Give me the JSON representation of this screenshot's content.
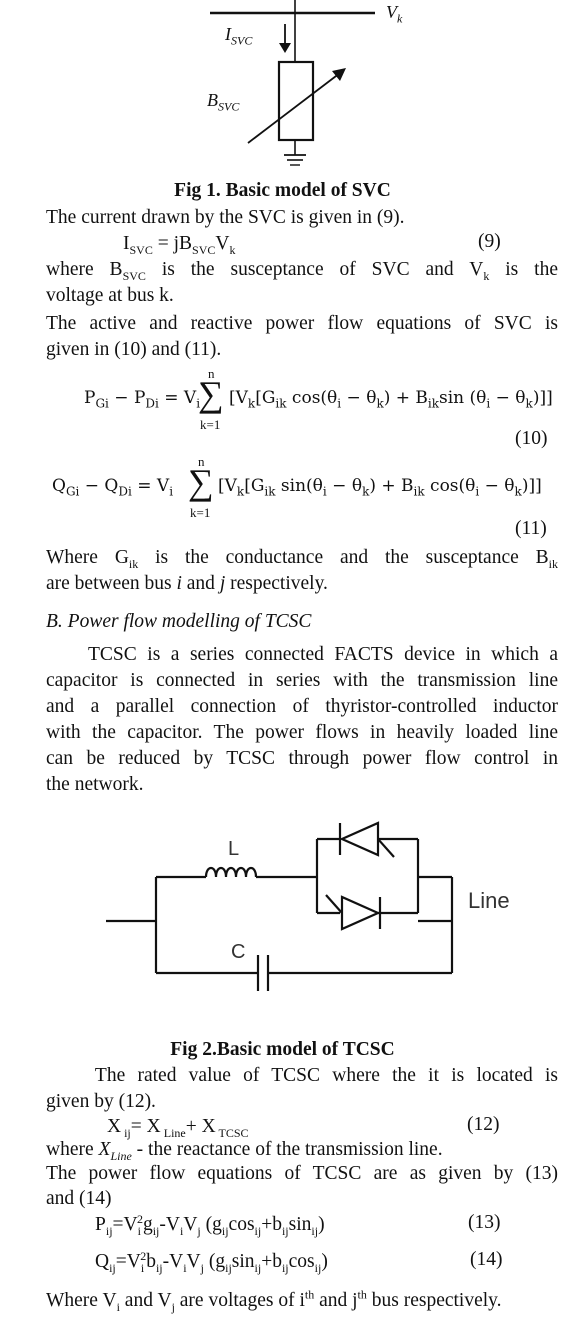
{
  "fig1": {
    "label_vk": "V",
    "label_vk_sub": "k",
    "label_isvc": "I",
    "label_isvc_sub": "SVC",
    "label_bsvc": "B",
    "label_bsvc_sub": "SVC",
    "caption": "Fig 1. Basic model of SVC"
  },
  "para1": {
    "line1": "The current drawn by the SVC is given in (9).",
    "eq9_a": "I",
    "eq9_a_sub": "SVC",
    "eq9_b": " = jB",
    "eq9_b_sub": "SVC",
    "eq9_c": "V",
    "eq9_c_sub": "k",
    "eq9_no": "(9)",
    "line3_a": "where B",
    "line3_a_sub": "SVC",
    "line3_b": " is the susceptance of SVC and V",
    "line3_b_sub": "k",
    "line3_c": " is the",
    "line4": "voltage at bus k.",
    "line5": "The active and reactive power flow equations of SVC is",
    "line6": "given in (10) and (11)."
  },
  "eq10": {
    "p": "P",
    "p_sub1": "Gi",
    "minus": " − P",
    "p_sub2": "Di",
    "eq": " = V",
    "v_sub": "i",
    "sum_top": "n",
    "sum_bottom": "k=1",
    "body_a": "[V",
    "body_a_sub": "k",
    "body_b": "[G",
    "body_b_sub": "ik",
    "body_c": " cos(θ",
    "body_c_sub": "i",
    "body_d": " − θ",
    "body_d_sub": "k",
    "body_e": ") + B",
    "body_e_sub": "ik",
    "body_f": "sin (θ",
    "body_f_sub": "i",
    "body_g": " − θ",
    "body_g_sub": "k",
    "body_h": ")]]",
    "no": "(10)"
  },
  "eq11": {
    "q": "Q",
    "q_sub1": "Gi",
    "minus": " − Q",
    "q_sub2": "Di",
    "eq": "  = V",
    "v_sub": "i",
    "sum_top": "n",
    "sum_bottom": "k=1",
    "body_a": "[V",
    "body_a_sub": "k",
    "body_b": "[G",
    "body_b_sub": "ik",
    "body_c": " sin⁡(θ",
    "body_c_sub": "i",
    "body_d": " − θ",
    "body_d_sub": "k",
    "body_e": ") + B",
    "body_e_sub": "ik",
    "body_f": " cos(θ",
    "body_f_sub": "i",
    "body_g": " − θ",
    "body_g_sub": "k",
    "body_h": ")]]",
    "no": "(11)"
  },
  "para2": {
    "line1_a": "Where G",
    "line1_a_sub": "ik",
    "line1_b": " is the conductance and the susceptance B",
    "line1_b_sub": "ik",
    "line2_a": "are between bus ",
    "line2_i": "i",
    "line2_b": " and ",
    "line2_j": "j",
    "line2_c": " respectively."
  },
  "section_b": "B.  Power flow modelling of TCSC",
  "para3": {
    "lines": [
      "    TCSC is a series connected FACTS device in which a",
      "capacitor is connected in series with the transmission line",
      "and a parallel connection of thyristor-controlled inductor",
      "with the capacitor. The power flows in heavily loaded line",
      "can be reduced by TCSC through power flow control in",
      "the network."
    ]
  },
  "fig2": {
    "label_l": "L",
    "label_c": "C",
    "label_line": "Line",
    "caption": "Fig 2.Basic model of TCSC"
  },
  "para4": {
    "line1": "    The rated value of TCSC where the it is located is",
    "line2": "given by (12).",
    "eq12_a": "X",
    "eq12_a_sub": " ij",
    "eq12_b": "= X",
    "eq12_b_sub": " Line",
    "eq12_c": "+ X",
    "eq12_c_sub": " TCSC",
    "eq12_no": "(12)",
    "line4_a": "where ",
    "line4_x": "X",
    "line4_x_sub": "Line",
    "line4_b": " - the reactance of the transmission line.",
    "line5": "The power flow equations of TCSC are as given by (13)",
    "line6": "and (14)"
  },
  "eq13": {
    "a": "P",
    "a_sub": "ij",
    "b": "=V",
    "b_sub": "i",
    "b_sup": "2",
    "c": "g",
    "c_sub": "ij",
    "d": "-V",
    "d_sub": "i",
    "e": "V",
    "e_sub": "j",
    "f": " (g",
    "f_sub": "ij",
    "g": "cos",
    "g_sub": "ij",
    "h": "+b",
    "h_sub": "ij",
    "i": "sin",
    "i_sub": "ij",
    "j": ")",
    "no": "(13)"
  },
  "eq14": {
    "a": "Q",
    "a_sub": "ij",
    "b": "=V",
    "b_sub": "i",
    "b_sup": "2",
    "c": "b",
    "c_sub": "ij",
    "d": "-V",
    "d_sub": "i",
    "e": "V",
    "e_sub": "j",
    "f": " (g",
    "f_sub": "ij",
    "g": "sin",
    "g_sub": "ij",
    "h": "+b",
    "h_sub": "ij",
    "i": "cos",
    "i_sub": "ij",
    "j": ")",
    "no": "(14)"
  },
  "para5": {
    "a": "Where V",
    "a_sub": "i",
    "b": " and V",
    "b_sub": "j",
    "c": " are voltages of i",
    "c_sup": "th",
    "d": " and j",
    "d_sup": "th",
    "e": " bus respectively."
  }
}
